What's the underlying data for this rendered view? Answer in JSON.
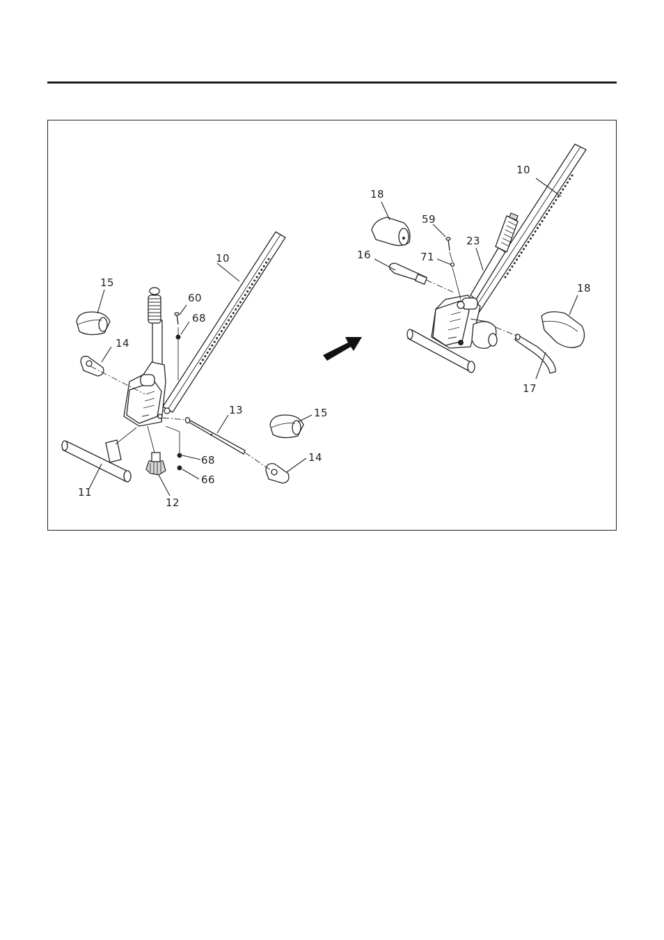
{
  "diagram": {
    "left_labels": {
      "p10": "10",
      "p15a": "15",
      "p60": "60",
      "p68a": "68",
      "p14a": "14",
      "p13": "13",
      "p15b": "15",
      "p68b": "68",
      "p14b": "14",
      "p66": "66",
      "p11": "11",
      "p12": "12"
    },
    "right_labels": {
      "p10": "10",
      "p18a": "18",
      "p59": "59",
      "p23": "23",
      "p16": "16",
      "p71": "71",
      "p18b": "18",
      "p17": "17"
    }
  }
}
